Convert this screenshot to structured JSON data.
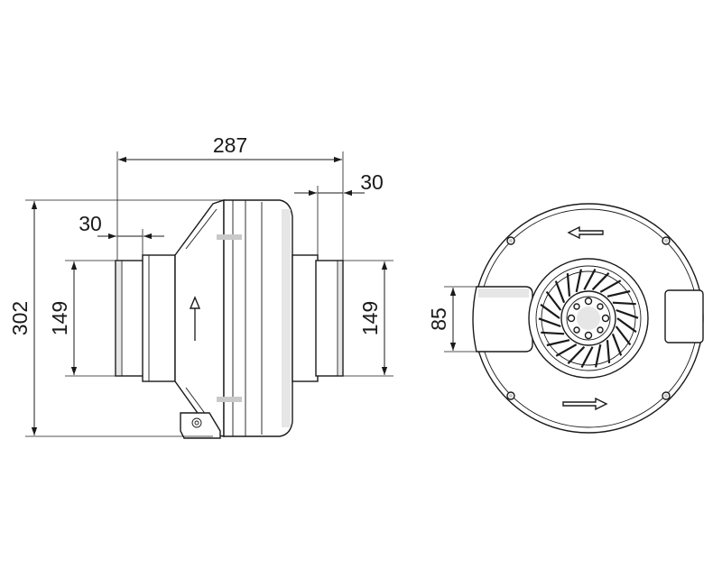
{
  "dimensions": {
    "overall_length": "287",
    "outlet_spigot_length": "30",
    "inlet_spigot_length": "30",
    "overall_height": "302",
    "inlet_diameter": "149",
    "outlet_diameter": "149",
    "duct_opening_height": "85"
  },
  "colors": {
    "line": "#1a1a1a",
    "shade": "#c9c9c9",
    "background": "#ffffff"
  },
  "icons": {
    "airflow_side": "arrow-up-icon",
    "rotation_top": "arrow-left-icon",
    "rotation_bottom": "arrow-right-icon"
  }
}
